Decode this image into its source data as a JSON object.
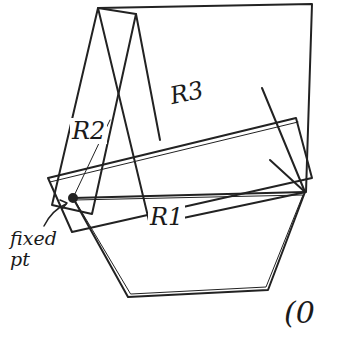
{
  "diagram": {
    "labels": [
      "R3",
      "R2",
      "R1",
      "fixed pt",
      "(0"
    ]
  }
}
